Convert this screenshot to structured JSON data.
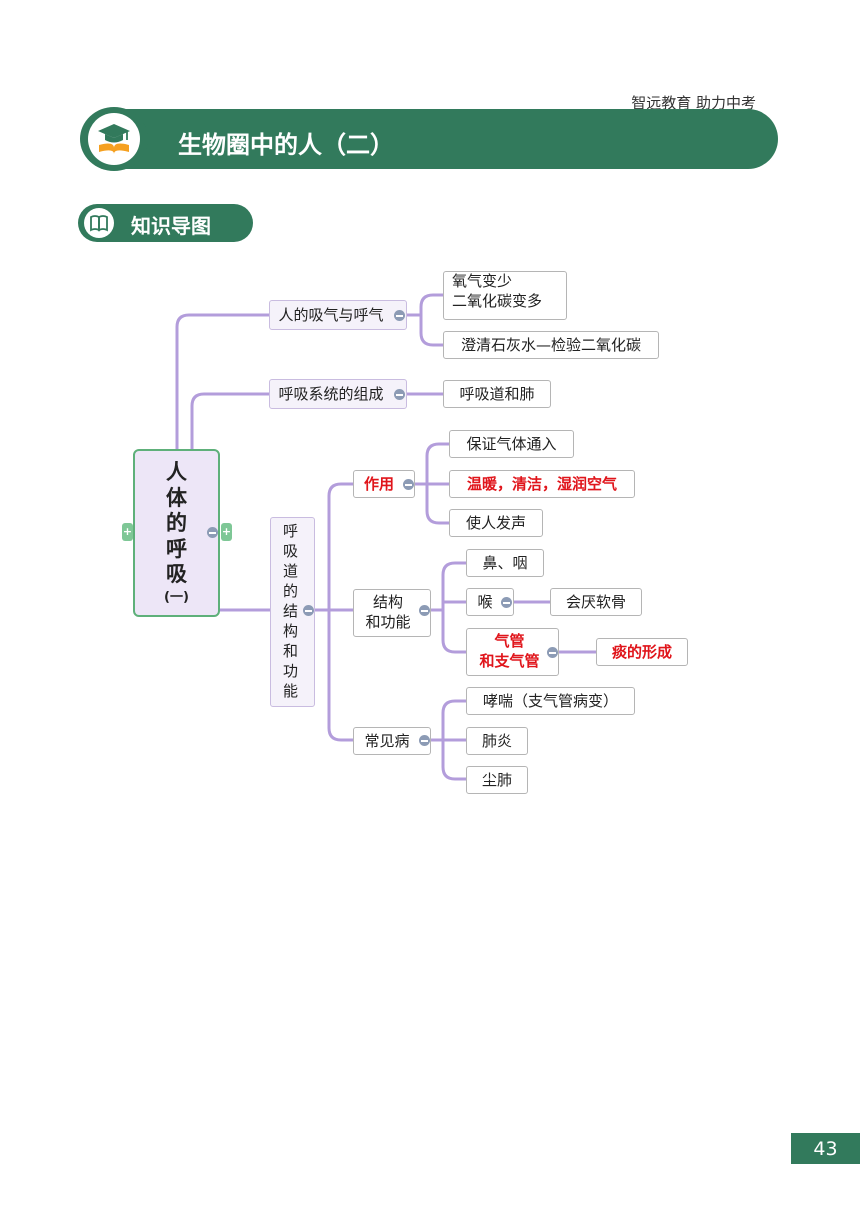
{
  "header": {
    "brand": "智远教育 助力中考",
    "title": "生物圈中的人（二）",
    "section": "知识导图"
  },
  "mindmap": {
    "root": {
      "chars": [
        "人",
        "体",
        "的",
        "呼",
        "吸"
      ],
      "sub": "(一)"
    },
    "branches": [
      {
        "label": "人的吸气与呼气",
        "leaves": [
          "氧气变少",
          "二氧化碳变多",
          "澄清石灰水—检验二氧化碳"
        ]
      },
      {
        "label": "呼吸系统的组成",
        "leaves": [
          "呼吸道和肺"
        ]
      },
      {
        "label_chars": [
          "呼",
          "吸",
          "道",
          "的",
          "结",
          "构",
          "和",
          "功",
          "能"
        ],
        "groups": [
          {
            "label": "作用",
            "leaves": [
              "保证气体通入",
              "温暖，清洁，湿润空气",
              "使人发声"
            ]
          },
          {
            "label_lines": [
              "结构",
              "和功能"
            ],
            "leaves": [
              "鼻、咽",
              "喉",
              "会厌软骨"
            ],
            "red_node": [
              "气管",
              "和支气管"
            ],
            "red_leaf": "痰的形成"
          },
          {
            "label": "常见病",
            "leaves": [
              "哮喘（支气管病变）",
              "肺炎",
              "尘肺"
            ]
          }
        ]
      }
    ],
    "colors": {
      "line": "#b39ddb",
      "accent": "#327a5c",
      "red": "#e0151b"
    }
  },
  "footer": {
    "page_number": "43"
  }
}
